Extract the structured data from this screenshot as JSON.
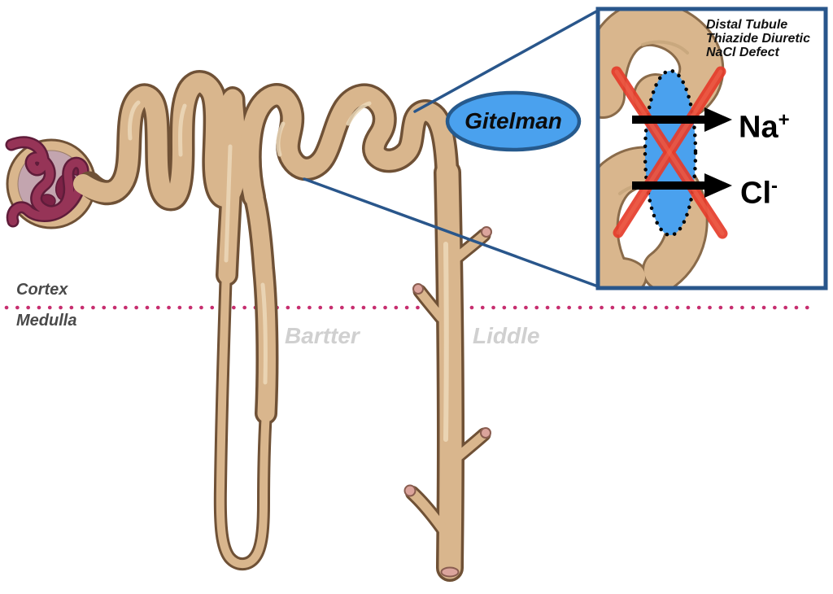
{
  "region_labels": {
    "cortex": "Cortex",
    "medulla": "Medulla"
  },
  "syndromes": {
    "gitelman": "Gitelman",
    "bartter": "Bartter",
    "liddle": "Liddle"
  },
  "inset": {
    "title_lines": [
      "Distal Tubule",
      "Thiazide Diuretic",
      "NaCl Defect"
    ],
    "ions": [
      {
        "symbol": "Na",
        "charge": "+"
      },
      {
        "symbol": "Cl",
        "charge": "-"
      }
    ]
  },
  "colors": {
    "accent_blue": "#4aa1ee",
    "outline_blue": "#29568b",
    "dotted_boundary_pink": "#c72e6f",
    "tube_fill": "#d9b68d",
    "tube_outline": "#6f5136",
    "glomerulus_maroon": "#963457",
    "cross_red": "#e63c2b"
  }
}
